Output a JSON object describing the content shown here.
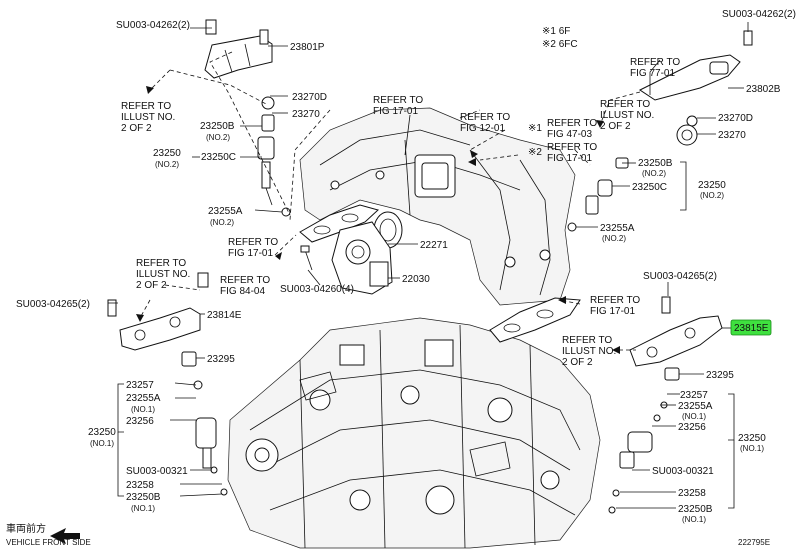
{
  "diagram_id": "222795E",
  "legend": [
    "※1 6F",
    "※2 6FC"
  ],
  "front_side": {
    "jp": "車両前方",
    "en": "VEHICLE FRONT SIDE"
  },
  "colors": {
    "highlight": "#3fe03f"
  },
  "labels": {
    "l_su_top_left": "SU003-04262(2)",
    "l_23801p": "23801P",
    "l_refer_illust_left": [
      "REFER TO",
      "ILLUST NO.",
      "2 OF 2"
    ],
    "l_23270d_left": "23270D",
    "l_23270_left": "23270",
    "l_23250b_left_top": "23250B",
    "l_no2_a": "(NO.2)",
    "l_23250_left_top": "23250",
    "l_no2_b": "(NO.2)",
    "l_23250c_left": "23250C",
    "l_23255a_left": "23255A",
    "l_no2_c": "(NO.2)",
    "l_refer_17_left": [
      "REFER TO",
      "FIG 17-01"
    ],
    "l_refer_17_top": [
      "REFER TO",
      "FIG 17-01"
    ],
    "l_refer_12": [
      "REFER TO",
      "FIG 12-01"
    ],
    "l_refer_47": [
      "REFER TO",
      "FIG 47-03"
    ],
    "l_refer_17_mark2": [
      "REFER TO",
      "FIG 17-01"
    ],
    "l_mark1": "※1",
    "l_mark2": "※2",
    "l_22271": "22271",
    "l_22030": "22030",
    "l_su_04260": "SU003-04260(4)",
    "l_refer_illust_left2": [
      "REFER TO",
      "ILLUST NO.",
      "2 OF 2"
    ],
    "l_refer_84": [
      "REFER TO",
      "FIG 84-04"
    ],
    "l_su_04265_left": "SU003-04265(2)",
    "l_23814e": "23814E",
    "l_23295_left": "23295",
    "l_23257_left": "23257",
    "l_23255a_left_b": "23255A",
    "l_no1_a": "(NO.1)",
    "l_23256_left": "23256",
    "l_23250_left_bot": "23250",
    "l_no1_b": "(NO.1)",
    "l_su_00321_left": "SU003-00321",
    "l_23258_left": "23258",
    "l_23250b_left_bot": "23250B",
    "l_no1_c": "(NO.1)",
    "l_su_top_right": "SU003-04262(2)",
    "l_refer_77": [
      "REFER TO",
      "FIG 77-01"
    ],
    "l_23802b": "23802B",
    "l_refer_illust_right": [
      "REFER TO",
      "ILLUST NO.",
      "2 OF 2"
    ],
    "l_23270d_right": "23270D",
    "l_23270_right": "23270",
    "l_23250b_right_top": "23250B",
    "l_no2_d": "(NO.2)",
    "l_23250c_right": "23250C",
    "l_23250_right_top": "23250",
    "l_no2_e": "(NO.2)",
    "l_23255a_right": "23255A",
    "l_no2_f": "(NO.2)",
    "l_su_04265_right": "SU003-04265(2)",
    "l_refer_17_right": [
      "REFER TO",
      "FIG 17-01"
    ],
    "l_23815e": "23815E",
    "l_refer_illust_right2": [
      "REFER TO",
      "ILLUST NO.",
      "2 OF 2"
    ],
    "l_23295_right": "23295",
    "l_23257_right": "23257",
    "l_23255a_right_b": "23255A",
    "l_no1_d": "(NO.1)",
    "l_23256_right": "23256",
    "l_23250_right_bot": "23250",
    "l_no1_e": "(NO.1)",
    "l_su_00321_right": "SU003-00321",
    "l_23258_right": "23258",
    "l_23250b_right_bot": "23250B",
    "l_no1_f": "(NO.1)"
  }
}
